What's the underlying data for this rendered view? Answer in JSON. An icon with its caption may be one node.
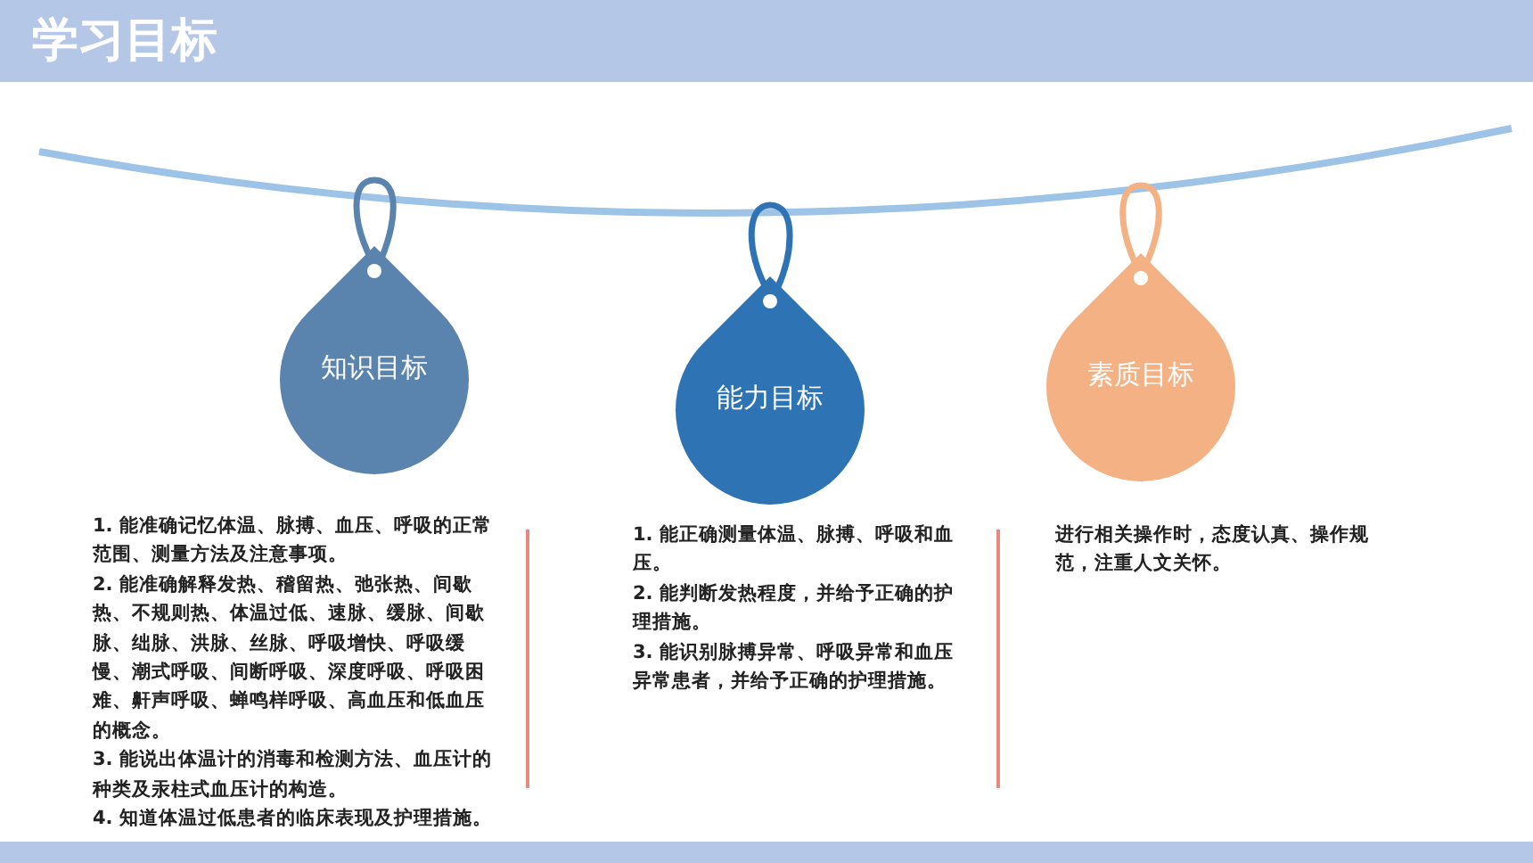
{
  "diagram": {
    "title": "学习目标",
    "nodes": [
      {
        "text": [
          "知识目标"
        ]
      },
      {
        "text": [
          "能力目标"
        ]
      },
      {
        "text": [
          "素质目标"
        ]
      }
    ],
    "labels": [
      "1. 能准确记忆体温、脉搏、血压、呼吸的正常范围、测量方法及注意事项。",
      "2. 能准确解释发热、稽留热、弛张热、间歇热、不规则热、体温过低、速脉、缓脉、间歇脉、绌脉、洪脉、丝脉、呼吸增快、呼吸缓慢、潮式呼吸、间断呼吸、深度呼吸、呼吸困难、鼾声呼吸、蝉鸣样呼吸、高血压和低血压的概念。",
      "3. 能说出体温计的消毒和检测方法、血压计的种类及汞柱式血压计的构造。",
      "4. 知道体温过低患者的临床表现及护理措施。",
      "1. 能正确测量体温、脉搏、呼吸和血压。",
      "2. 能判断发热程度，并给予正确的护理措施。",
      "3. 能识别脉搏异常、呼吸异常和血压异常患者，并给予正确的护理措施。",
      "进行相关操作时，态度认真、操作规范，注重人文关怀。"
    ]
  }
}
